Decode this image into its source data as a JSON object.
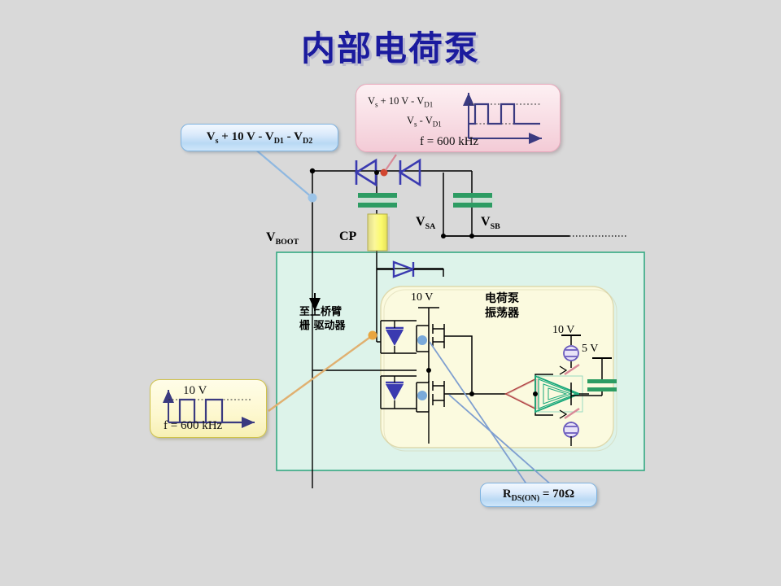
{
  "page": {
    "title": "内部电荷泵",
    "background_color": "#d9d9d9",
    "title_color": "#1b1b9e"
  },
  "callouts": {
    "boot_voltage": {
      "name": "Vs plus 10V minus VD1 minus VD2",
      "text_parts": [
        "V",
        "s",
        " + 10 V -  V",
        "D1",
        " - V",
        "D2"
      ],
      "full_text": "Vs + 10 V - VD1 - VD2",
      "box_color": "#b9d9f4"
    },
    "rdson": {
      "full_text": "RDS(ON) = 70Ω",
      "prefix": "R",
      "sub": "DS(ON)",
      "suffix": " = 70Ω",
      "box_color": "#b9d9f4"
    },
    "vsa_waveform": {
      "top_level_label": "V",
      "top_level_sub": "s",
      "top_level_rest": " + 10 V -  V",
      "top_level_sub2": "D1",
      "low_level_label": "V",
      "low_level_sub": "s",
      "low_level_rest": " - V",
      "low_level_sub2": "D1",
      "frequency": "f = 600 kHz",
      "box_color": "#f3cbd6"
    },
    "gate_waveform": {
      "amplitude": "10 V",
      "frequency": "f = 600 kHz",
      "box_color": "#f7f0b4"
    }
  },
  "circuit": {
    "labels": {
      "vboot": {
        "main": "V",
        "sub": "BOOT"
      },
      "cp": "CP",
      "vsa": {
        "main": "V",
        "sub": "SA"
      },
      "vsb": {
        "main": "V",
        "sub": "SB"
      },
      "gate_driver_note": [
        "至上桥臂",
        "栅 驱动器"
      ],
      "oscillator_title": [
        "电荷泵",
        "振荡器"
      ],
      "supply_10v_osc": "10 V",
      "supply_10v_right": "10 V",
      "supply_5v_right": "5 V"
    },
    "blocks": {
      "outer_green_block": {
        "fill": "#ddf3ea",
        "stroke": "#35a882"
      },
      "oscillator_block": {
        "fill": "#fbfadf",
        "stroke": "#d8d5a8"
      }
    },
    "components": {
      "diode_color": "#3a3ab0",
      "capacitor_color": "#2d9c63",
      "pump_cap_color": "#f5f07a",
      "wire_color": "#000000",
      "amp_inverting_color": "#b04040",
      "amp_buffer_color": "#18a87a",
      "current_source_color": "#6a5bbd",
      "switch_color": "#d98a98"
    },
    "leaders": {
      "boot_leader_color": "#8fb8e0",
      "gate_leader_color": "#e0b070",
      "rdson_leader_color": "#7f9fd0"
    }
  }
}
